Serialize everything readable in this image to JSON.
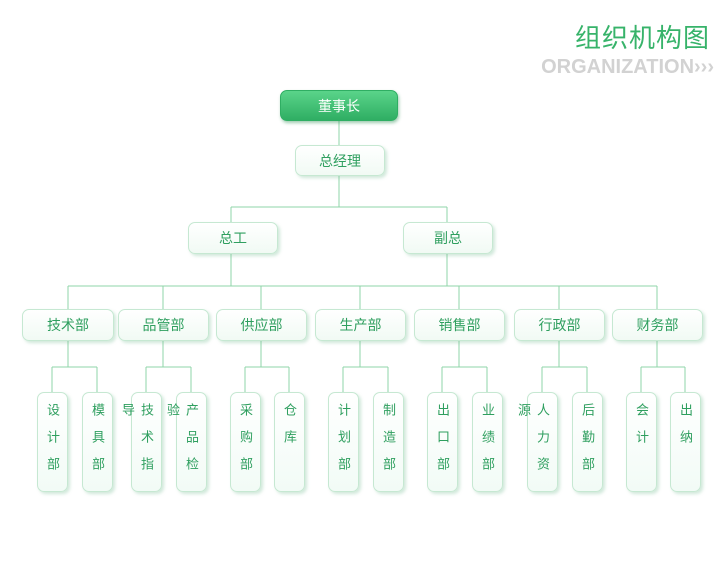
{
  "header": {
    "title": "组织机构图",
    "subtitle": "ORGANIZATION›››"
  },
  "colors": {
    "accent": "#37b36a",
    "line": "#8fd4a8",
    "text": "#2f9f5f",
    "subtitle": "#d2d2d2"
  },
  "chart": {
    "root": "董事长",
    "gm": "总经理",
    "level2": [
      "总工",
      "副总"
    ],
    "departments": [
      "技术部",
      "品管部",
      "供应部",
      "生产部",
      "销售部",
      "行政部",
      "财务部"
    ],
    "subunits": [
      "设计部",
      "模具部",
      "技术指导",
      "产品检验",
      "采购部",
      "仓库",
      "计划部",
      "制造部",
      "出口部",
      "业绩部",
      "人力资源",
      "后勤部",
      "会计",
      "出纳"
    ]
  }
}
